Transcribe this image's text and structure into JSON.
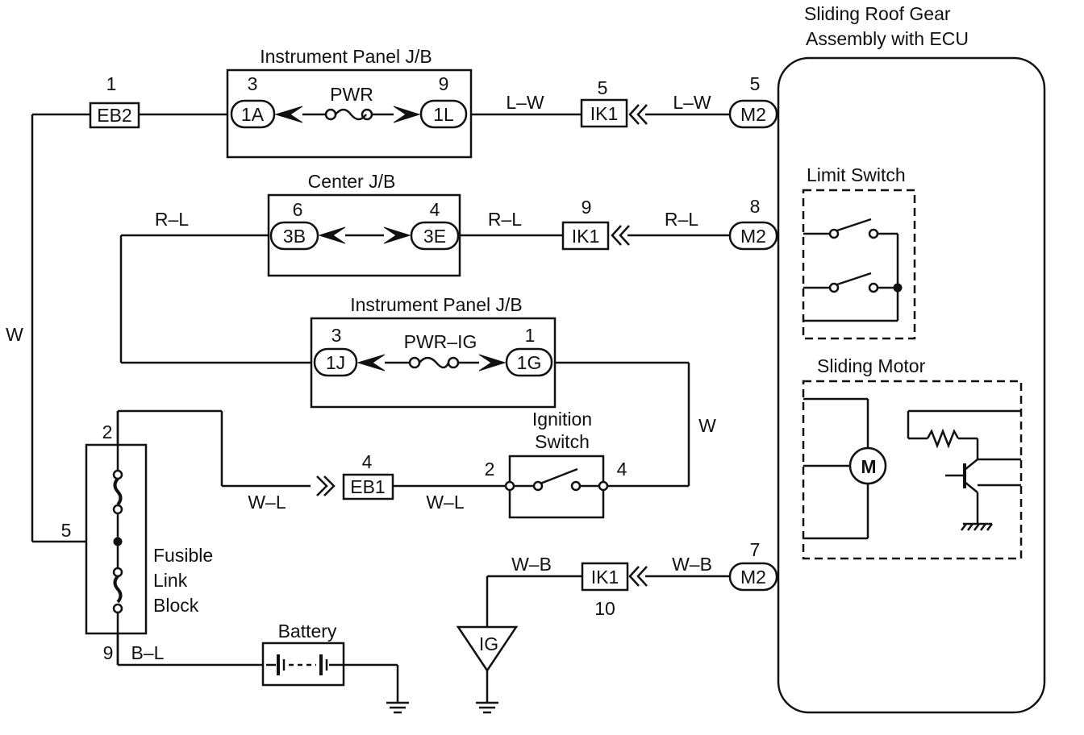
{
  "titles": {
    "ecu_line1": "Sliding Roof Gear",
    "ecu_line2": "Assembly with ECU",
    "ipjb_top": "Instrument Panel J/B",
    "center_jb": "Center J/B",
    "ipjb_mid": "Instrument Panel J/B",
    "limit_switch": "Limit Switch",
    "sliding_motor": "Sliding Motor",
    "ignition_line1": "Ignition",
    "ignition_line2": "Switch",
    "fusible_line1": "Fusible",
    "fusible_line2": "Link",
    "fusible_line3": "Block",
    "battery": "Battery"
  },
  "connectors": {
    "eb2": "EB2",
    "eb1": "EB1",
    "ik1_a": "IK1",
    "ik1_b": "IK1",
    "ik1_c": "IK1",
    "m2_a": "M2",
    "m2_b": "M2",
    "m2_c": "M2",
    "c1a": "1A",
    "c1l": "1L",
    "c3b": "3B",
    "c3e": "3E",
    "c1j": "1J",
    "c1g": "1G",
    "ig": "IG",
    "motor": "M"
  },
  "fuses": {
    "pwr": "PWR",
    "pwr_ig": "PWR–IG"
  },
  "pins": {
    "eb2": "1",
    "c1a": "3",
    "c1l": "9",
    "ik1_a": "5",
    "m2_a": "5",
    "c3b": "6",
    "c3e": "4",
    "ik1_b": "9",
    "m2_b": "8",
    "c1j": "3",
    "c1g": "1",
    "fl_top": "2",
    "fl_mid": "5",
    "fl_bot": "9",
    "eb1": "4",
    "ign_in": "2",
    "ign_out": "4",
    "m2_c": "7",
    "ik1_c": "10"
  },
  "wire_colors": {
    "lw_1": "L–W",
    "lw_2": "L–W",
    "rl_1": "R–L",
    "rl_2": "R–L",
    "rl_3": "R–L",
    "w_left": "W",
    "w_right": "W",
    "wl_1": "W–L",
    "wl_2": "W–L",
    "wb_1": "W–B",
    "wb_2": "W–B",
    "bl": "B–L"
  }
}
